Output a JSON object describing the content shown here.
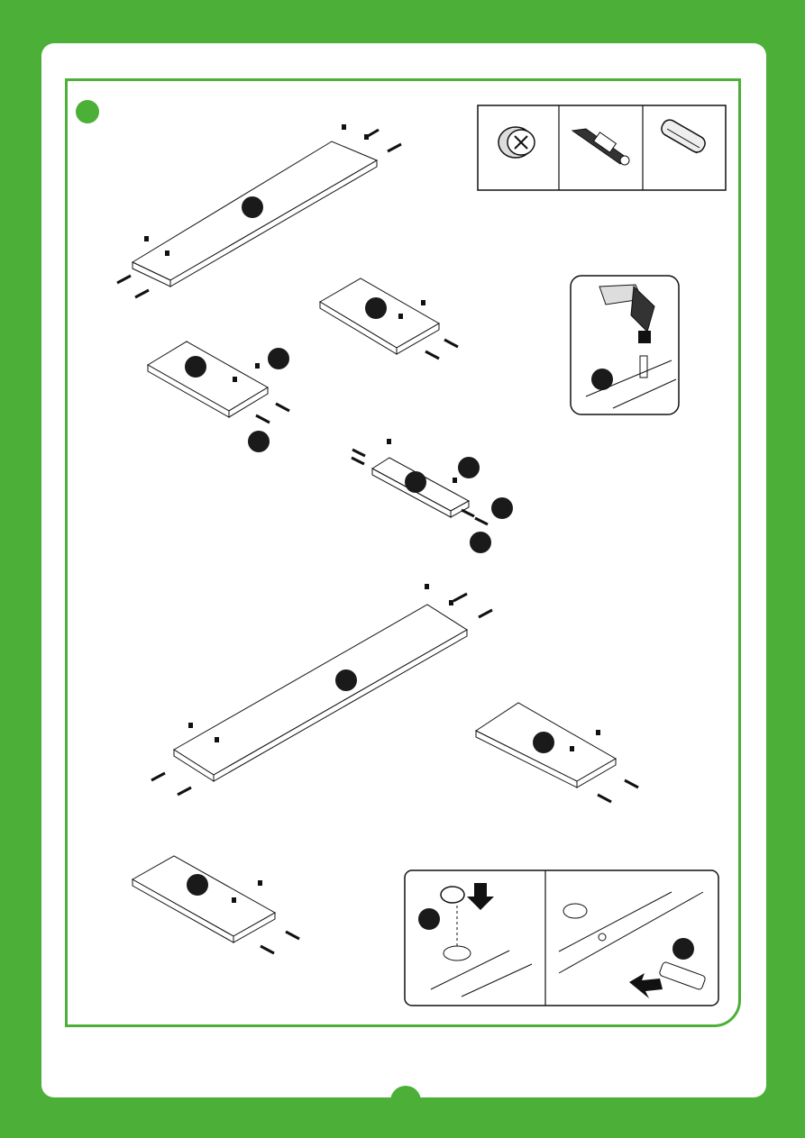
{
  "page": {
    "background_color": "#4caf38",
    "sheet_color": "#ffffff",
    "accent_color": "#4caf38",
    "label_color": "#1a1a1a"
  },
  "hardware_legend": {
    "items": [
      {
        "icon": "cam-lock-icon"
      },
      {
        "icon": "cam-bolt-icon"
      },
      {
        "icon": "wooden-dowel-icon"
      }
    ]
  },
  "parts": [
    {
      "icon": "long-shelf-panel"
    },
    {
      "icon": "medium-panel-right"
    },
    {
      "icon": "medium-panel-left"
    },
    {
      "icon": "short-narrow-panel"
    },
    {
      "icon": "long-bottom-panel"
    },
    {
      "icon": "medium-panel-lower-right"
    },
    {
      "icon": "drawer-panel-lower-left"
    }
  ],
  "insets": [
    {
      "icon": "hammer-dowel-inset"
    },
    {
      "icon": "cam-lock-insertion-inset"
    }
  ]
}
